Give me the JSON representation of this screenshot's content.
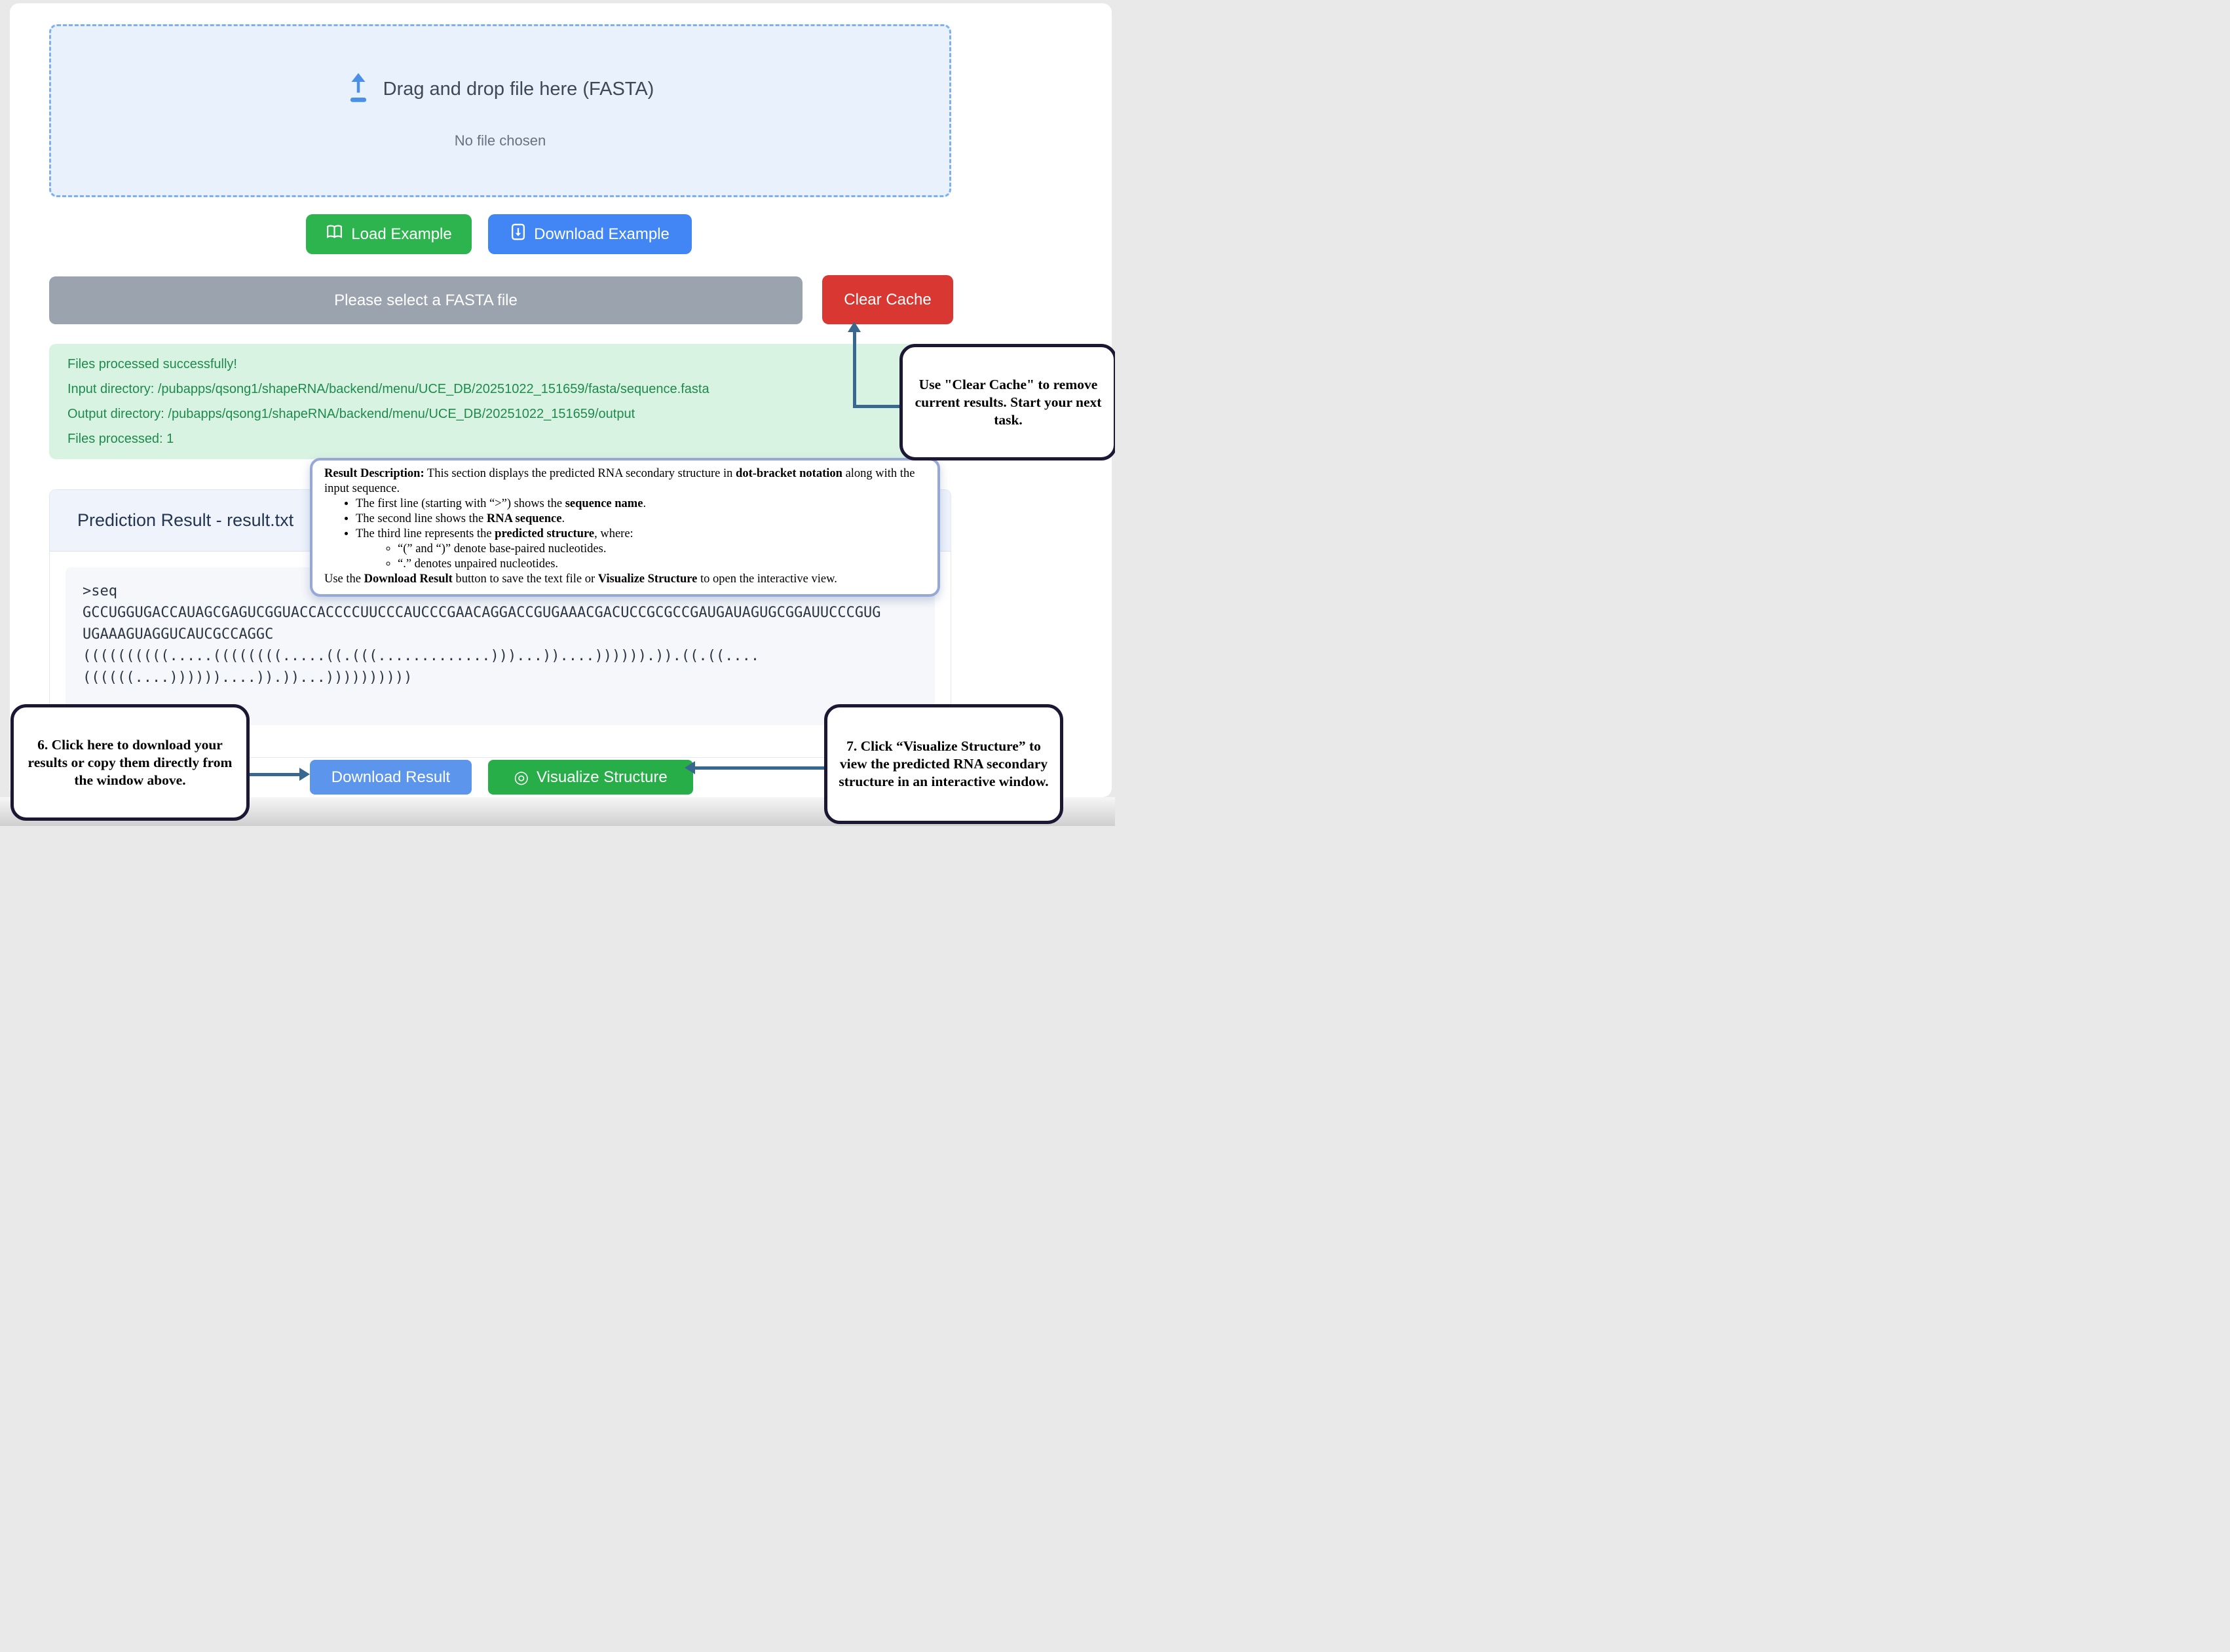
{
  "dropzone": {
    "title": "Drag and drop file here (FASTA)",
    "subtitle": "No file chosen"
  },
  "example_buttons": {
    "load": "Load Example",
    "download": "Download Example"
  },
  "file_bar": {
    "label": "Please select a FASTA file"
  },
  "clear_cache": {
    "label": "Clear Cache"
  },
  "status": {
    "lines": [
      "Files processed successfully!",
      "Input directory: /pubapps/qsong1/shapeRNA/backend/menu/UCE_DB/20251022_151659/fasta/sequence.fasta",
      "Output directory: /pubapps/qsong1/shapeRNA/backend/menu/UCE_DB/20251022_151659/output",
      "Files processed: 1"
    ]
  },
  "result_panel": {
    "title": "Prediction Result - result.txt",
    "lines": [
      ">seq",
      "GCCUGGUGACCAUAGCGAGUCGGUACCACCCCUUCCCAUCCCGAACAGGACCGUGAAACGACUCCGCGCCGAUGAUAGUGCGGAUUCCCGUG",
      "UGAAAGUAGGUCAUCGCCAGGC",
      "((((((((((.....((((((((.....((.(((.............)))...))....)))))).)).((.((....",
      "((((((....))))))....)).))...))))))))))"
    ]
  },
  "description": {
    "intro": [
      {
        "text": "Result Description:",
        "bold": true
      },
      {
        "text": " This section displays the predicted RNA secondary structure in ",
        "bold": false
      },
      {
        "text": "dot-bracket notation",
        "bold": true
      },
      {
        "text": " along with the input sequence.",
        "bold": false
      }
    ],
    "bullets": [
      [
        {
          "text": "The first line (starting with “>”) shows the ",
          "bold": false
        },
        {
          "text": "sequence name",
          "bold": true
        },
        {
          "text": ".",
          "bold": false
        }
      ],
      [
        {
          "text": "The second line shows the ",
          "bold": false
        },
        {
          "text": "RNA sequence",
          "bold": true
        },
        {
          "text": ".",
          "bold": false
        }
      ],
      [
        {
          "text": "The third line represents the ",
          "bold": false
        },
        {
          "text": "predicted structure",
          "bold": true
        },
        {
          "text": ", where:",
          "bold": false
        }
      ]
    ],
    "sub_bullets": [
      [
        {
          "text": "“(” and “)” denote base-paired nucleotides.",
          "bold": false
        }
      ],
      [
        {
          "text": "“.” denotes unpaired nucleotides.",
          "bold": false
        }
      ]
    ],
    "outro": [
      {
        "text": "Use the ",
        "bold": false
      },
      {
        "text": "Download Result",
        "bold": true
      },
      {
        "text": " button to save the text file or ",
        "bold": false
      },
      {
        "text": "Visualize Structure",
        "bold": true
      },
      {
        "text": " to open the interactive view.",
        "bold": false
      }
    ]
  },
  "actions": {
    "download": "Download Result",
    "visualize": "Visualize Structure"
  },
  "icons": {
    "upload": "arrow-up-from-line",
    "load_example": "open-book",
    "download_example": "file-arrow-down",
    "visualize": "◎"
  },
  "annotations": {
    "clear_cache": "Use \"Clear Cache\" to remove current results. Start your next task.",
    "step6": "6. Click here to download your results or copy them directly from the window above.",
    "step7": "7. Click “Visualize Structure” to view the predicted RNA secondary structure in an interactive window."
  }
}
